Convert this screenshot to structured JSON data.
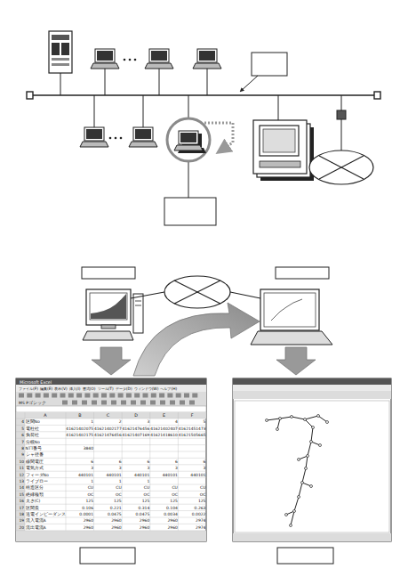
{
  "diagram": {
    "labels": [
      "Microsoft Excel",
      "ファイル(F)",
      "編集(E)",
      "表示(V)",
      "挿入(I)",
      "書式(O)",
      "ツール(T)",
      "データ(D)",
      "ウィンドウ(W)",
      "ヘルプ(H)",
      "MS Pゴシック",
      "A",
      "B",
      "C",
      "D",
      "E",
      "F",
      "4",
      "区間No",
      "1",
      "2",
      "3",
      "4",
      "5",
      "5",
      "電柱社",
      "41621402075",
      "41621402177",
      "41621476456",
      "41621402407",
      "41621451473",
      "6",
      "負荷社",
      "41621402175",
      "41621476456",
      "41621407169",
      "41621418610",
      "41621505665",
      "7",
      "分岐No",
      "8",
      "NTT番号",
      "3840",
      "9",
      "シャ径番",
      "10",
      "線間電圧",
      "6",
      "6",
      "6",
      "6",
      "6",
      "11",
      "電気方式",
      "3",
      "3",
      "3",
      "3",
      "3",
      "12",
      "フィーダNo",
      "440101",
      "440101",
      "440101",
      "440101",
      "440101",
      "13",
      "ライブロー",
      "1",
      "1",
      "1",
      "14",
      "構造区分",
      "CU",
      "CU",
      "CU",
      "CU",
      "CU",
      "15",
      "絶縁種類",
      "OC",
      "OC",
      "OC",
      "OC",
      "OC",
      "16",
      "太さ(C)",
      "125",
      "125",
      "125",
      "125",
      "125",
      "17",
      "区間長",
      "0.106",
      "0.221",
      "0.314",
      "0.104",
      "0.263",
      "18",
      "送電インピーダンス",
      "0.0001",
      "0.0475",
      "0.0475",
      "0.0034",
      "0.0022",
      "19",
      "流入電流A",
      "2960",
      "2960",
      "2960",
      "2960",
      "2974",
      "20",
      "流出電流A",
      "2960",
      "2960",
      "2960",
      "2960",
      "2974"
    ]
  }
}
